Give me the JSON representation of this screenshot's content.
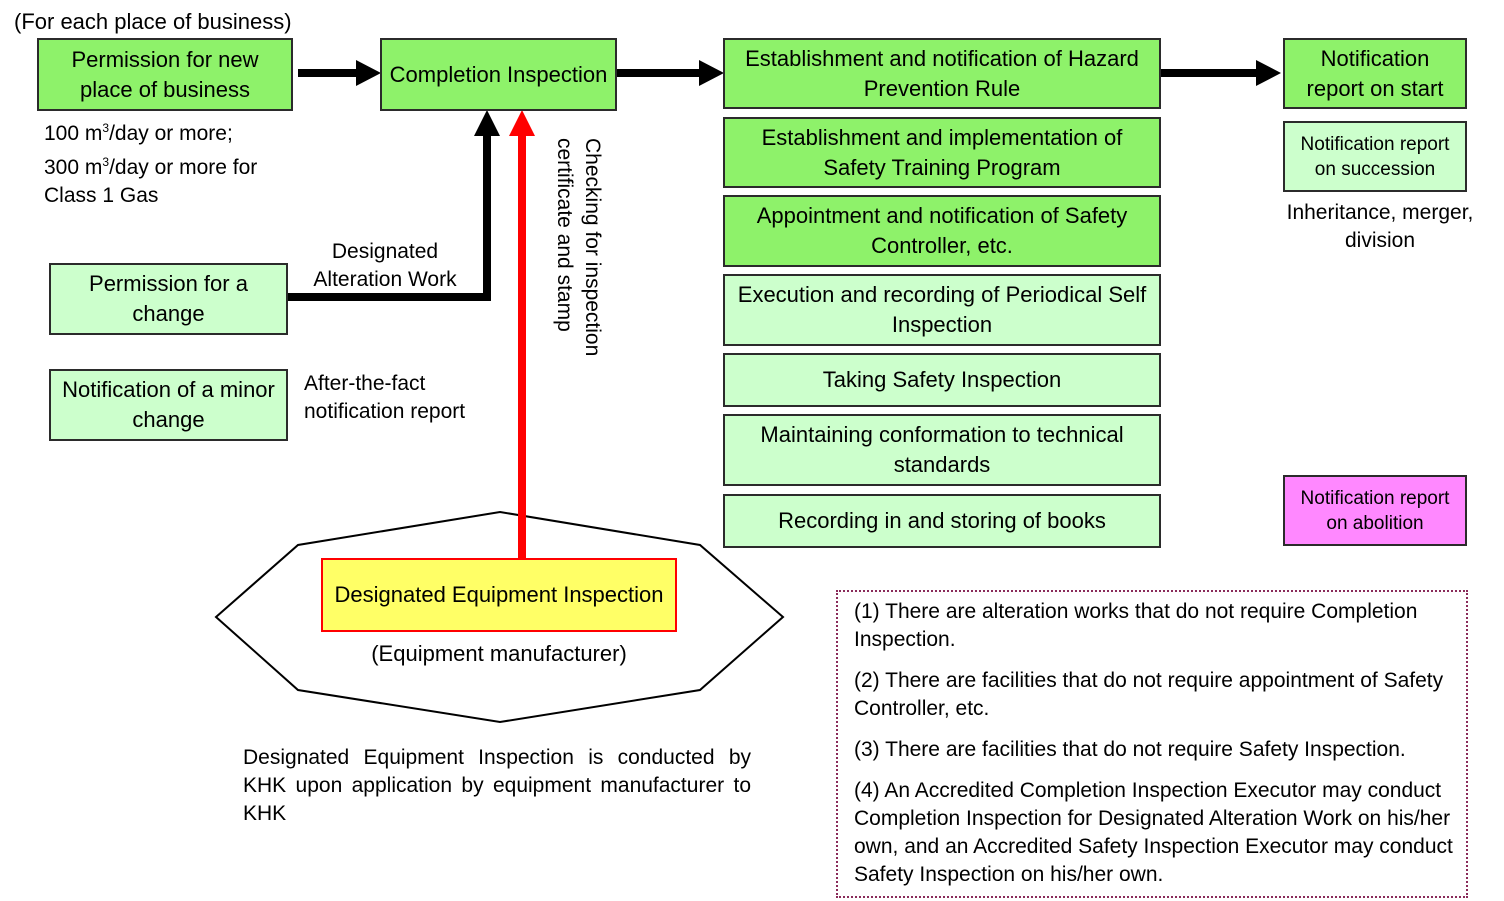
{
  "header_note": "(For each place of business)",
  "boxes": {
    "permission_new": "Permission for new place of business",
    "completion": "Completion Inspection",
    "hazard_rule": "Establishment and notification of Hazard Prevention Rule",
    "notification_start": "Notification report on start",
    "safety_training": "Establishment and implementation of Safety Training Program",
    "safety_controller": "Appointment and notification of Safety Controller, etc.",
    "periodical_inspection": "Execution and recording of Periodical Self Inspection",
    "safety_inspection": "Taking Safety Inspection",
    "technical_standards": "Maintaining conformation to technical standards",
    "books": "Recording in and storing of books",
    "succession": "Notification report on succession",
    "abolition": "Notification report on abolition",
    "permission_change": "Permission for a change",
    "minor_change": "Notification of a minor change",
    "designated_equipment": "Designated Equipment Inspection"
  },
  "labels": {
    "threshold_line1_pre": "100 m",
    "threshold_line1_sup": "3",
    "threshold_line1_post": "/day  or more;",
    "threshold_line2_pre": "300 m",
    "threshold_line2_sup": "3",
    "threshold_line2_post": "/day  or more for",
    "threshold_line3": "Class 1 Gas",
    "designated_alteration": "Designated Alteration Work",
    "after_the_fact": "After-the-fact notification report",
    "checking_vertical": "Checking for inspection certificate and stamp",
    "equipment_manufacturer": "(Equipment manufacturer)",
    "succession_cause": "Inheritance, merger, division",
    "designated_equipment_desc": "Designated Equipment  Inspection is conducted by KHK upon application by equipment manufacturer to KHK"
  },
  "notes": [
    "(1) There are alteration works that do not require Completion Inspection.",
    "(2) There are facilities that do not require appointment  of Safety Controller, etc.",
    "(3) There are facilities that do not require Safety Inspection.",
    "(4) An Accredited Completion Inspection Executor may conduct Completion  Inspection for Designated Alteration Work on his/her own, and an Accredited Safety Inspection Executor may conduct Safety Inspection on his/her own."
  ],
  "colors": {
    "green": "#8ef26a",
    "light_green": "#ccffcc",
    "pink": "#ff88ff",
    "yellow": "#ffff66",
    "red_arrow": "#ff0000",
    "black_arrow": "#000000",
    "note_border": "#8a2b5a"
  }
}
